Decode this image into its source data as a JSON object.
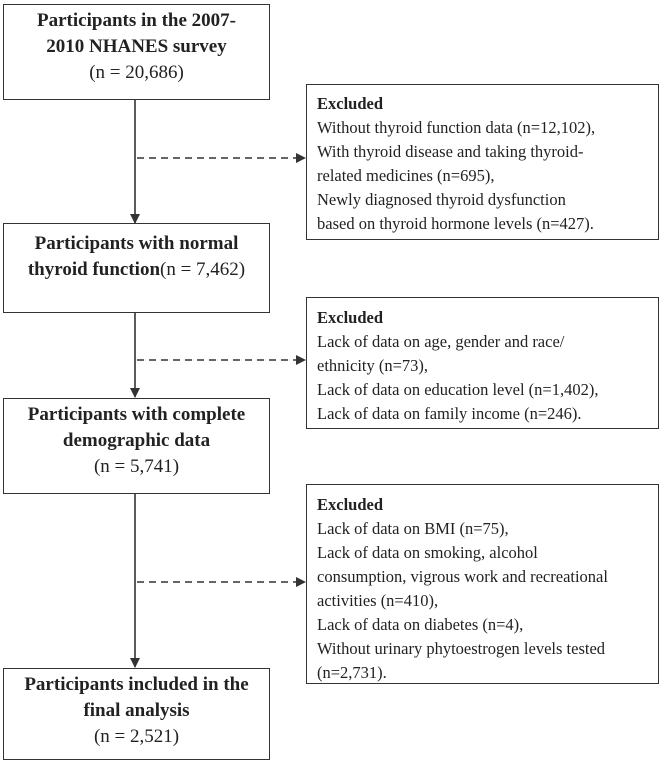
{
  "boxes": {
    "box1": {
      "line1": "Participants in the 2007-",
      "line2": "2010 NHANES survey",
      "count": "(n = 20,686)"
    },
    "box2": {
      "line1": "Participants with normal",
      "line2_bold": "thyroid function",
      "line2_rest": "(n = 7,462)"
    },
    "box3": {
      "line1": "Participants with complete",
      "line2": "demographic data",
      "count": "(n = 5,741)"
    },
    "box4": {
      "line1": "Participants included in the",
      "line2": "final analysis",
      "count": "(n = 2,521)"
    }
  },
  "exclusions": {
    "ex1": {
      "heading": "Excluded",
      "lines": [
        " Without thyroid function data (n=12,102),",
        " With thyroid disease and taking thyroid-",
        "related medicines (n=695),",
        "  Newly diagnosed thyroid dysfunction",
        "based on thyroid hormone levels (n=427)."
      ]
    },
    "ex2": {
      "heading": "Excluded",
      "lines": [
        " Lack of data on age, gender and race/",
        "ethnicity (n=73),",
        " Lack of data on education level (n=1,402),",
        " Lack of data on family income (n=246)."
      ]
    },
    "ex3": {
      "heading": "Excluded",
      "lines": [
        " Lack of data on BMI (n=75),",
        " Lack of data on smoking, alcohol",
        "consumption,  vigrous work and recreational",
        "activities (n=410),",
        " Lack of data on diabetes (n=4),",
        " Without urinary phytoestrogen levels tested",
        "(n=2,731)."
      ]
    }
  }
}
